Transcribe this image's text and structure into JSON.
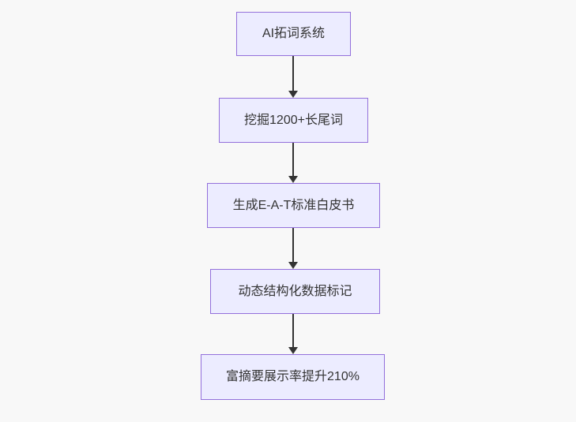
{
  "page": {
    "background_color": "#f8f8f8"
  },
  "flowchart": {
    "type": "flowchart",
    "direction": "top-down",
    "colors": {
      "node_fill": "#ECECFF",
      "node_border": "#9370DB",
      "edge": "#333333",
      "text": "#333333"
    },
    "nodes": [
      {
        "id": "A",
        "label": "AI拓词系统"
      },
      {
        "id": "B",
        "label": "挖掘1200+长尾词"
      },
      {
        "id": "C",
        "label": "生成E-A-T标准白皮书"
      },
      {
        "id": "D",
        "label": "动态结构化数据标记"
      },
      {
        "id": "E",
        "label": "富摘要展示率提升210%"
      }
    ],
    "edges": [
      {
        "from": "A",
        "to": "B"
      },
      {
        "from": "B",
        "to": "C"
      },
      {
        "from": "C",
        "to": "D"
      },
      {
        "from": "D",
        "to": "E"
      }
    ]
  }
}
